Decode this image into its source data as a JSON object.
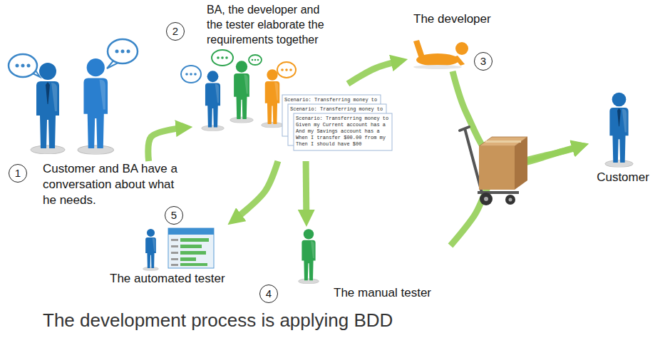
{
  "diagram": {
    "caption": "The development process is applying BDD",
    "nodes": [
      {
        "text": [
          "Customer and BA have a conversation about what he needs."
        ]
      },
      {
        "text": [
          "BA, the developer and the tester elaborate the requirements together"
        ]
      },
      {
        "text": [
          "The developer"
        ]
      },
      {
        "text": [
          "The manual tester"
        ]
      },
      {
        "text": [
          "The automated tester"
        ]
      },
      {
        "text": [
          "Customer"
        ]
      }
    ],
    "edges": [
      {
        "from": 0,
        "to": 1,
        "arrow": "to"
      },
      {
        "from": 1,
        "to": 2,
        "arrow": "to"
      },
      {
        "from": 1,
        "to": 3,
        "arrow": "to"
      },
      {
        "from": 1,
        "to": 4,
        "arrow": "to"
      },
      {
        "from": 2,
        "to": 5,
        "arrow": "to"
      },
      {
        "from": 3,
        "to": 5,
        "arrow": "to"
      }
    ],
    "labels": [
      "1",
      "2",
      "3",
      "4",
      "5",
      "Scenario: Transferring money to",
      "Scenario: Transferring money to",
      "Scenario: Transferring money to",
      "Given my Current account has a",
      "And my Savings account has a",
      "When I transfer $00.00 from my",
      "Then I should have $00"
    ]
  }
}
